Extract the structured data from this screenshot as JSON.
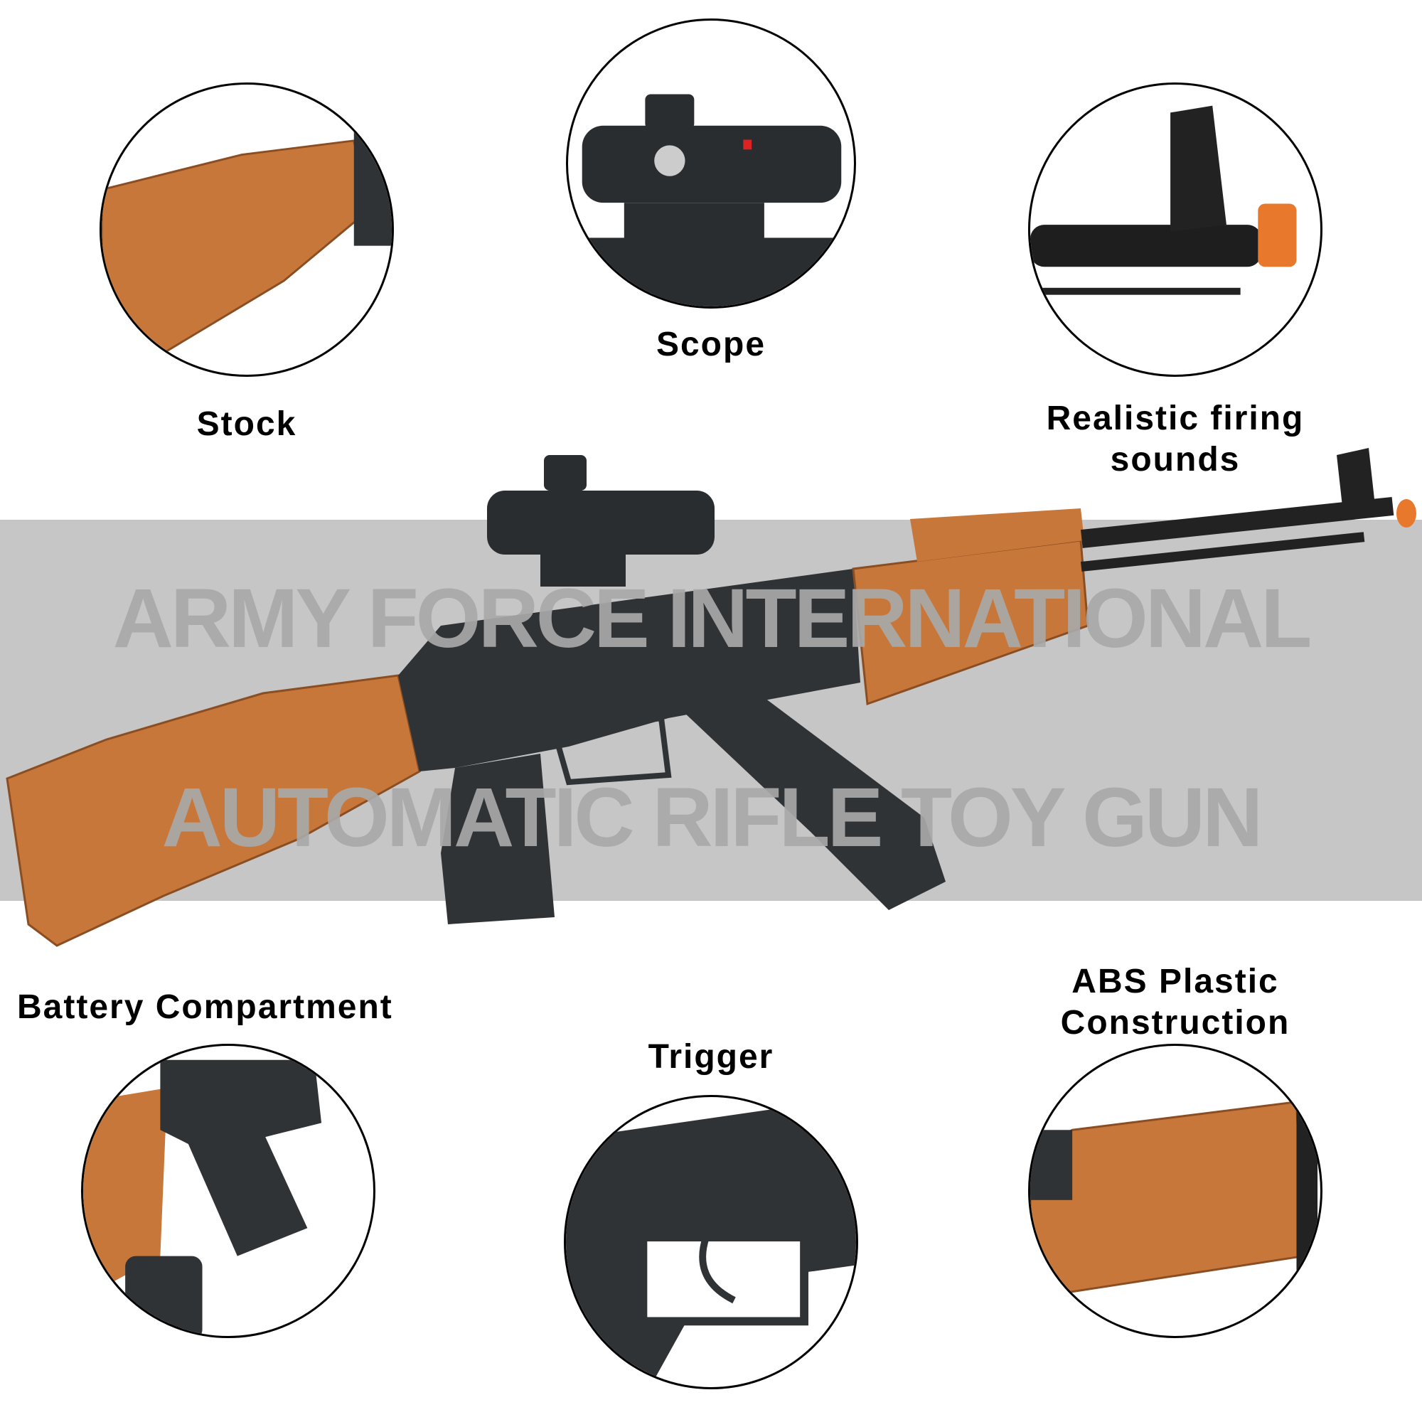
{
  "watermark": {
    "line1": "ARMY FORCE INTERNATIONAL",
    "line2": "AUTOMATIC RIFLE TOY GUN"
  },
  "features": [
    {
      "label": "Stock"
    },
    {
      "label": "Scope"
    },
    {
      "label": "Realistic firing sounds"
    },
    {
      "label": "Battery Compartment"
    },
    {
      "label": "Trigger"
    },
    {
      "label": "ABS Plastic Construction"
    }
  ],
  "colors": {
    "wood": "#c8773a",
    "black": "#2a2d30",
    "band": "#c6c6c6",
    "tip": "#e8792c"
  }
}
